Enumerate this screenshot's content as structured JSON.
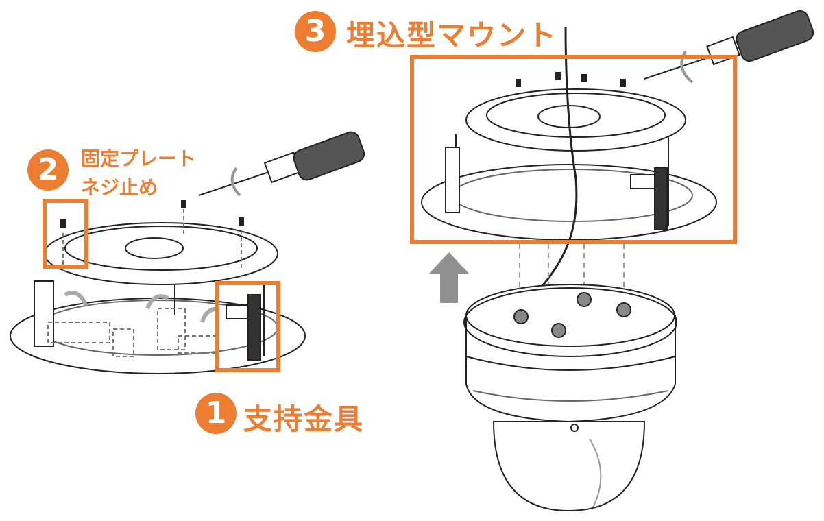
{
  "accent_color": "#ED7D31",
  "steps": [
    {
      "number": "1",
      "label": "支持金具"
    },
    {
      "number": "2",
      "label_line1": "固定プレート",
      "label_line2": "ネジ止め"
    },
    {
      "number": "3",
      "label": "埋込型マウント"
    }
  ]
}
